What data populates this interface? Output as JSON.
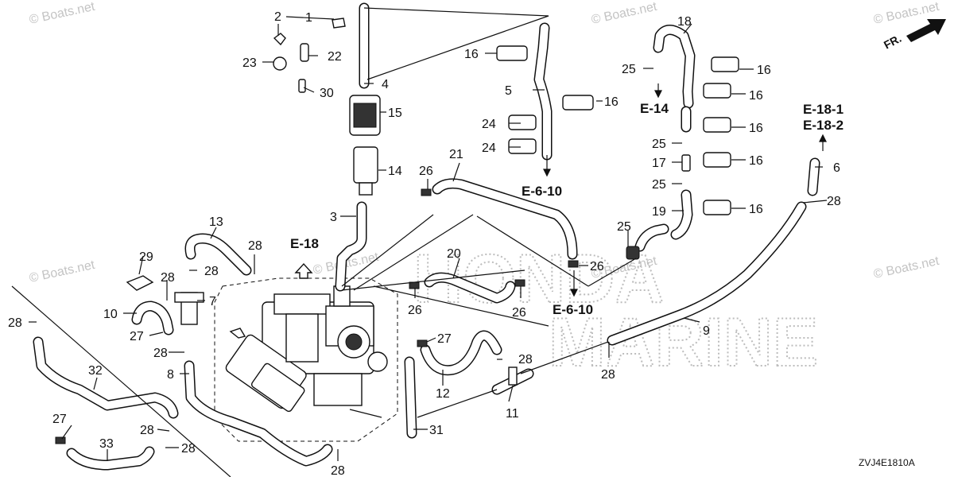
{
  "watermark": "© Boats.net",
  "brand_watermark_lines": [
    "HONDA",
    "MARINE"
  ],
  "diagram_code": "ZVJ4E1810A",
  "front_label": "FR.",
  "refs": {
    "e18": "E-18",
    "e14": "E-14",
    "e610_top": "E-6-10",
    "e610_mid": "E-6-10",
    "e181": "E-18-1",
    "e182": "E-18-2"
  },
  "callouts": [
    {
      "id": "c1",
      "text": "1"
    },
    {
      "id": "c2",
      "text": "2"
    },
    {
      "id": "c3",
      "text": "3"
    },
    {
      "id": "c4",
      "text": "4"
    },
    {
      "id": "c5",
      "text": "5"
    },
    {
      "id": "c6",
      "text": "6"
    },
    {
      "id": "c7",
      "text": "7"
    },
    {
      "id": "c8",
      "text": "8"
    },
    {
      "id": "c9",
      "text": "9"
    },
    {
      "id": "c10",
      "text": "10"
    },
    {
      "id": "c11",
      "text": "11"
    },
    {
      "id": "c12",
      "text": "12"
    },
    {
      "id": "c13",
      "text": "13"
    },
    {
      "id": "c14",
      "text": "14"
    },
    {
      "id": "c15",
      "text": "15"
    },
    {
      "id": "c16a",
      "text": "16"
    },
    {
      "id": "c16b",
      "text": "16"
    },
    {
      "id": "c16c",
      "text": "16"
    },
    {
      "id": "c16d",
      "text": "16"
    },
    {
      "id": "c16e",
      "text": "16"
    },
    {
      "id": "c16f",
      "text": "16"
    },
    {
      "id": "c16g",
      "text": "16"
    },
    {
      "id": "c17",
      "text": "17"
    },
    {
      "id": "c18",
      "text": "18"
    },
    {
      "id": "c19",
      "text": "19"
    },
    {
      "id": "c20",
      "text": "20"
    },
    {
      "id": "c21",
      "text": "21"
    },
    {
      "id": "c22",
      "text": "22"
    },
    {
      "id": "c23",
      "text": "23"
    },
    {
      "id": "c24a",
      "text": "24"
    },
    {
      "id": "c24b",
      "text": "24"
    },
    {
      "id": "c25a",
      "text": "25"
    },
    {
      "id": "c25b",
      "text": "25"
    },
    {
      "id": "c25c",
      "text": "25"
    },
    {
      "id": "c25d",
      "text": "25"
    },
    {
      "id": "c26a",
      "text": "26"
    },
    {
      "id": "c26b",
      "text": "26"
    },
    {
      "id": "c26c",
      "text": "26"
    },
    {
      "id": "c26d",
      "text": "26"
    },
    {
      "id": "c27a",
      "text": "27"
    },
    {
      "id": "c27b",
      "text": "27"
    },
    {
      "id": "c27c",
      "text": "27"
    },
    {
      "id": "c28a",
      "text": "28"
    },
    {
      "id": "c28b",
      "text": "28"
    },
    {
      "id": "c28c",
      "text": "28"
    },
    {
      "id": "c28d",
      "text": "28"
    },
    {
      "id": "c28e",
      "text": "28"
    },
    {
      "id": "c28f",
      "text": "28"
    },
    {
      "id": "c28g",
      "text": "28"
    },
    {
      "id": "c28h",
      "text": "28"
    },
    {
      "id": "c28i",
      "text": "28"
    },
    {
      "id": "c28j",
      "text": "28"
    },
    {
      "id": "c28k",
      "text": "28"
    },
    {
      "id": "c29",
      "text": "29"
    },
    {
      "id": "c30",
      "text": "30"
    },
    {
      "id": "c31",
      "text": "31"
    },
    {
      "id": "c32",
      "text": "32"
    },
    {
      "id": "c33",
      "text": "33"
    }
  ]
}
